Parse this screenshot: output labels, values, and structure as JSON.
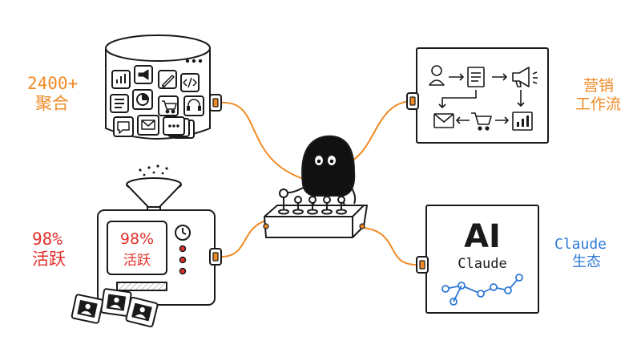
{
  "colors": {
    "ink": "#1a1a1a",
    "orange": "#f08a24",
    "red": "#e0302a",
    "blue": "#2f78d6",
    "paper": "#ffffff",
    "shade": "#e6e6e6"
  },
  "labels": {
    "integrations": {
      "line1": "2400+",
      "line2": "聚合"
    },
    "active": {
      "line1": "98%",
      "line2": "活跃"
    },
    "marketing": {
      "line1": "营销",
      "line2": "工作流"
    },
    "claude": {
      "line1": "Claude",
      "line2": "生态"
    }
  },
  "screen": {
    "line1": "98%",
    "line2": "活跃"
  },
  "claude_panel": {
    "logo": "AI",
    "name": "Claude"
  },
  "icons": {
    "bucket": [
      "bar-chart-icon",
      "megaphone-icon",
      "pencil-icon",
      "code-icon",
      "document-icon",
      "pie-chart-icon",
      "cart-icon",
      "headset-icon",
      "chat-icon",
      "mail-icon",
      "more-dots-icon"
    ],
    "workflow": [
      "user-icon",
      "document-icon",
      "megaphone-icon",
      "mail-icon",
      "cart-icon",
      "bar-chart-icon"
    ]
  }
}
